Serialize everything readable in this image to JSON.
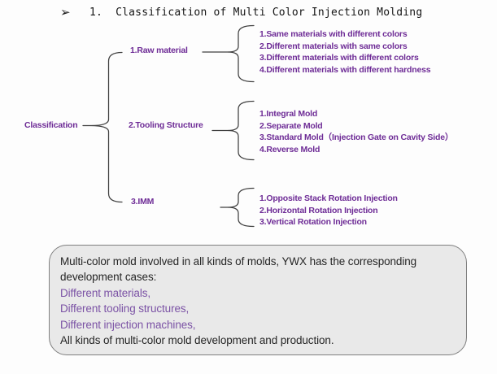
{
  "title": {
    "bullet_icon": "➢",
    "text": "1.  Classification of Multi Color Injection Molding"
  },
  "tree": {
    "root": "Classification",
    "branches": [
      {
        "label": "1.Raw material",
        "items": [
          "1.Same materials with different colors",
          "2.Different materials with same colors",
          "3.Different materials with different colors",
          "4.Different materials with different hardness"
        ]
      },
      {
        "label": "2.Tooling Structure",
        "items": [
          "1.Integral Mold",
          "2.Separate Mold",
          "3.Standard Mold（Injection Gate on Cavity Side）",
          "4.Reverse Mold"
        ]
      },
      {
        "label": "3.IMM",
        "items": [
          "1.Opposite Stack Rotation Injection",
          "2.Horizontal Rotation Injection",
          "3.Vertical Rotation Injection"
        ]
      }
    ]
  },
  "note_box": {
    "lines": [
      {
        "text": "Multi-color mold involved in all kinds of molds, YWX has the corresponding",
        "color": "black"
      },
      {
        "text": "development cases:",
        "color": "black"
      },
      {
        "text": "Different materials,",
        "color": "purple"
      },
      {
        "text": "Different tooling structures,",
        "color": "purple"
      },
      {
        "text": "Different injection machines,",
        "color": "purple"
      },
      {
        "text": "All kinds of multi-color mold development and production.",
        "color": "black"
      }
    ]
  },
  "colors": {
    "tree_text_purple": "#6E2C96",
    "note_purple": "#7B52A5",
    "note_black": "#262626",
    "brace_line": "#3F3F3F",
    "note_box_fill": "#E9E9E9",
    "note_box_border": "#7F7F7F",
    "title_black": "#151515",
    "background": "#FDFDFD"
  }
}
